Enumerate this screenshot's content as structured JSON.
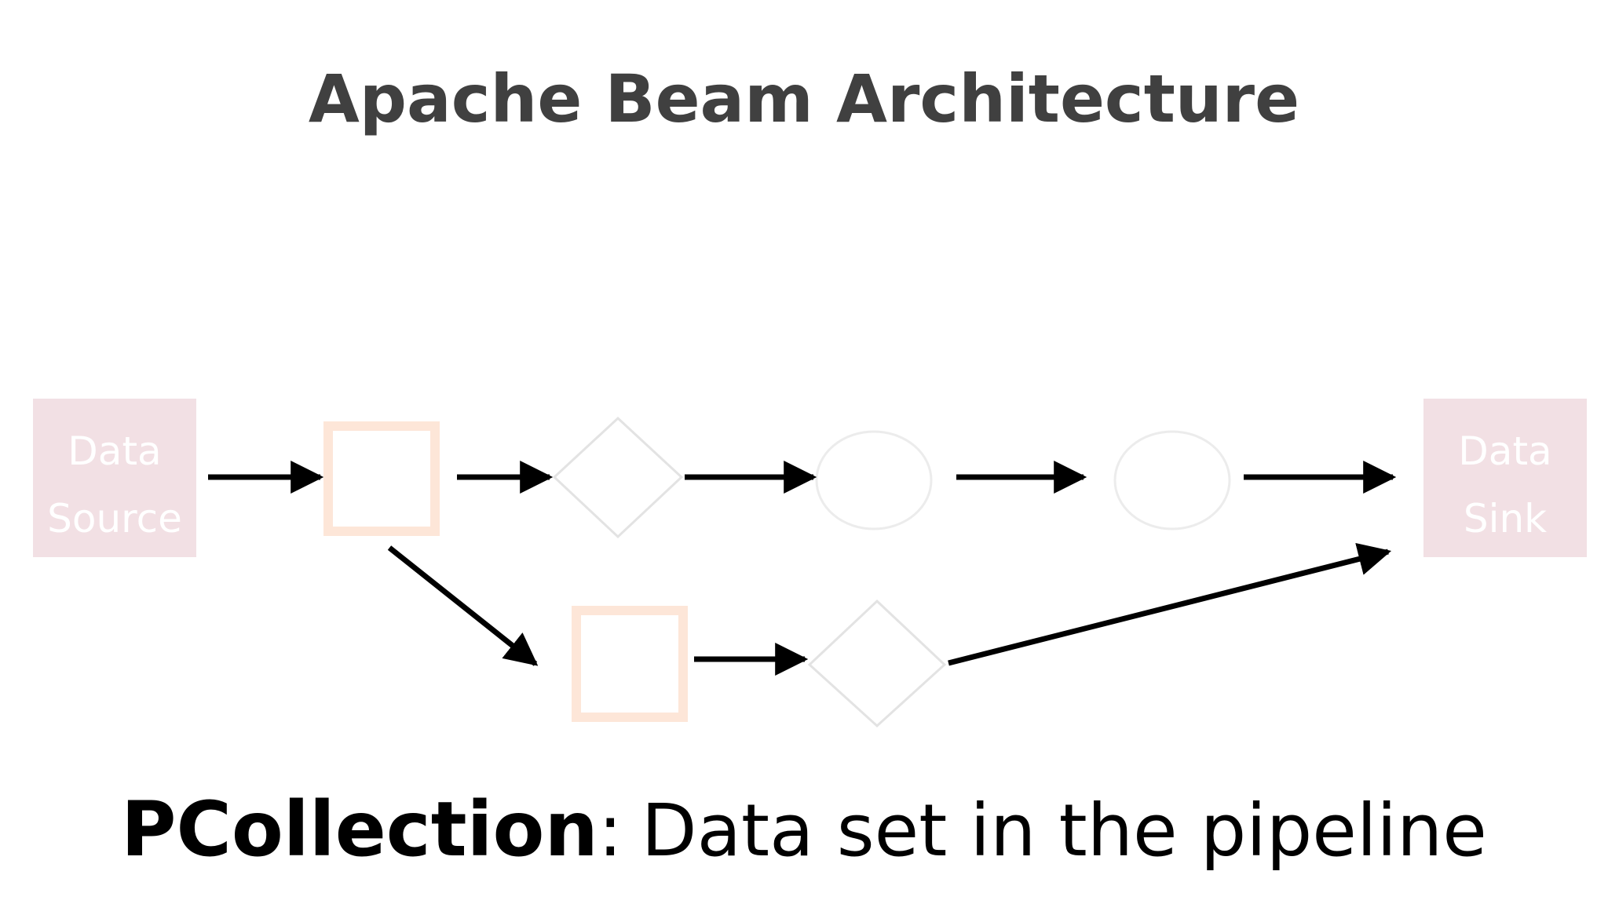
{
  "title": "Apache Beam Architecture",
  "nodes": {
    "source": {
      "line1": "Data",
      "line2": "Source"
    },
    "sink": {
      "line1": "Data",
      "line2": "Sink"
    }
  },
  "caption": {
    "term": "PCollection",
    "separator": ":",
    "definition": "Data set in the pipeline"
  },
  "colors": {
    "title": "#404040",
    "endpoint_fill": "#f2e0e4",
    "pcollection_outline": "#fde6d8",
    "transform_outline": "#e3e3e3",
    "arrow": "#000000",
    "caption": "#000000"
  }
}
